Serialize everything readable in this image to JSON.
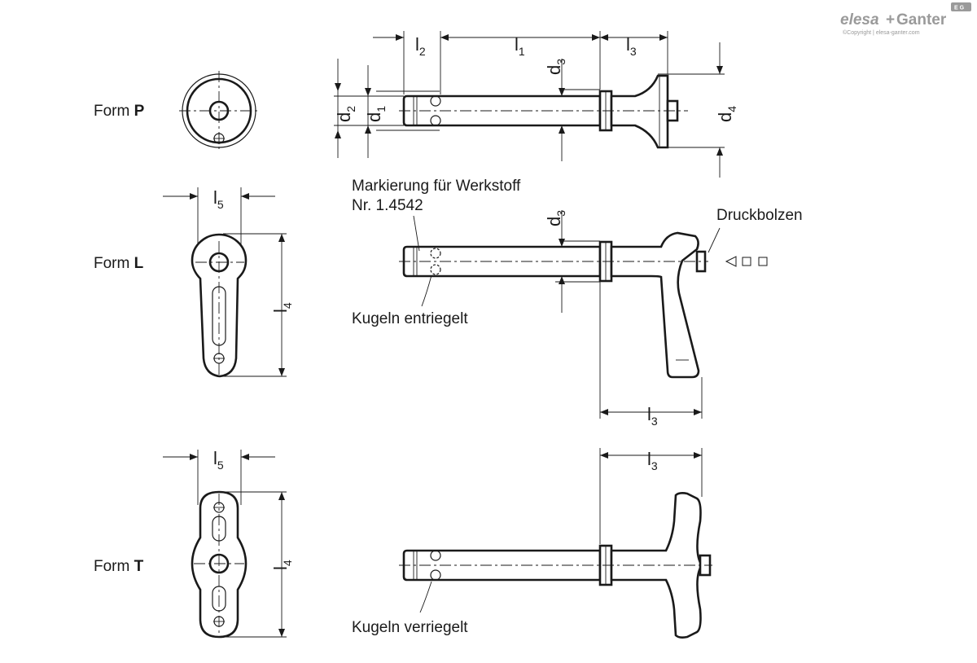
{
  "logo": {
    "brand_left": "elesa",
    "brand_plus": "+",
    "brand_right": "Ganter",
    "badge": "E G",
    "copyright": "©Copyright | elesa-ganter.com"
  },
  "forms": {
    "p": {
      "prefix": "Form ",
      "letter": "P"
    },
    "l": {
      "prefix": "Form ",
      "letter": "L"
    },
    "t": {
      "prefix": "Form ",
      "letter": "T"
    }
  },
  "annotations": {
    "marking_line1": "Markierung für Werkstoff",
    "marking_line2": "Nr. 1.4542",
    "push_button": "Druckbolzen",
    "balls_unlocked": "Kugeln entriegelt",
    "balls_locked": "Kugeln verriegelt"
  },
  "dimensions": {
    "l1": {
      "base": "l",
      "sub": "1"
    },
    "l2": {
      "base": "l",
      "sub": "2"
    },
    "l3": {
      "base": "l",
      "sub": "3"
    },
    "l4": {
      "base": "l",
      "sub": "4"
    },
    "l5": {
      "base": "l",
      "sub": "5"
    },
    "d1": {
      "base": "d",
      "sub": "1"
    },
    "d2": {
      "base": "d",
      "sub": "2"
    },
    "d3": {
      "base": "d",
      "sub": "3"
    },
    "d4": {
      "base": "d",
      "sub": "4"
    }
  }
}
